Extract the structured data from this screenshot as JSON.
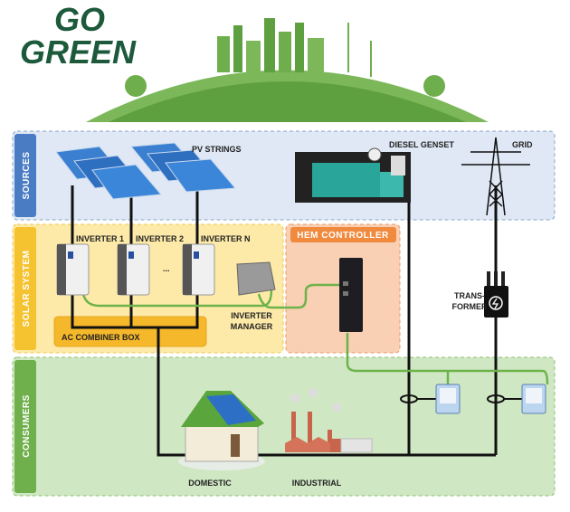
{
  "logo": {
    "line1": "GO",
    "line2": "GREEN"
  },
  "sections": {
    "sources": "SOURCES",
    "solar_system": "SOLAR SYSTEM",
    "consumers": "CONSUMERS",
    "hem_controller": "HEM CONTROLLER"
  },
  "labels": {
    "pv_strings": "PV  STRINGS",
    "diesel_genset": "DIESEL GENSET",
    "grid": "GRID",
    "inverter_1": "INVERTER 1",
    "inverter_2": "INVERTER 2",
    "inverter_n": "INVERTER N",
    "ellipsis": "...",
    "inverter_manager_1": "INVERTER",
    "inverter_manager_2": "MANAGER",
    "ac_combiner_box": "AC COMBINER BOX",
    "transformer_1": "TRANS-",
    "transformer_2": "FORMER",
    "domestic": "DOMESTIC",
    "industrial": "INDUSTRIAL"
  },
  "colors": {
    "sources": "#4a7cc4",
    "solar": "#f5c230",
    "hem": "#f08a3e",
    "consumers": "#6fb04c",
    "logo": "#1d5a3c",
    "signal": "#6db34a"
  }
}
